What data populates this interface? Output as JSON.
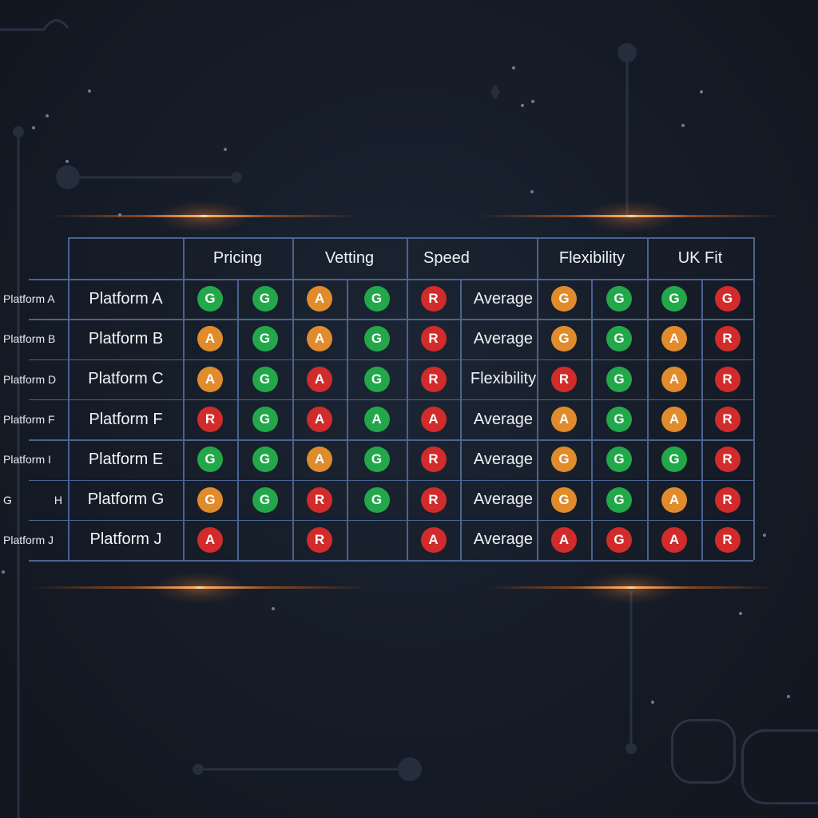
{
  "colors": {
    "G": "#22a84a",
    "A": "#e08b2c",
    "R": "#d12b2b",
    "grid": "#4a6390",
    "background": "#161d29"
  },
  "table": {
    "columns": [
      "Pricing",
      "Vetting",
      "Speed",
      "Flexibility",
      "UK Fit"
    ],
    "left_labels": [
      "Platform A",
      "Platform B",
      "Platform D",
      "Platform F",
      "Platform I",
      [
        "G",
        "H"
      ],
      "Platform J"
    ],
    "rows": [
      {
        "name": "Platform A",
        "cells": [
          {
            "t": "badge",
            "l": "G",
            "c": "G"
          },
          {
            "t": "badge",
            "l": "G",
            "c": "G"
          },
          {
            "t": "badge",
            "l": "A",
            "c": "A"
          },
          {
            "t": "badge",
            "l": "G",
            "c": "G"
          },
          {
            "t": "badge",
            "l": "R",
            "c": "R"
          },
          {
            "t": "text",
            "l": "Average"
          },
          {
            "t": "badge",
            "l": "G",
            "c": "A"
          },
          {
            "t": "badge",
            "l": "G",
            "c": "G"
          },
          {
            "t": "badge",
            "l": "G",
            "c": "G"
          },
          {
            "t": "badge",
            "l": "G",
            "c": "R"
          }
        ]
      },
      {
        "name": "Platform B",
        "cells": [
          {
            "t": "badge",
            "l": "A",
            "c": "A"
          },
          {
            "t": "badge",
            "l": "G",
            "c": "G"
          },
          {
            "t": "badge",
            "l": "A",
            "c": "A"
          },
          {
            "t": "badge",
            "l": "G",
            "c": "G"
          },
          {
            "t": "badge",
            "l": "R",
            "c": "R"
          },
          {
            "t": "text",
            "l": "Average"
          },
          {
            "t": "badge",
            "l": "G",
            "c": "A"
          },
          {
            "t": "badge",
            "l": "G",
            "c": "G"
          },
          {
            "t": "badge",
            "l": "A",
            "c": "A"
          },
          {
            "t": "badge",
            "l": "R",
            "c": "R"
          }
        ]
      },
      {
        "name": "Platform C",
        "cells": [
          {
            "t": "badge",
            "l": "A",
            "c": "A"
          },
          {
            "t": "badge",
            "l": "G",
            "c": "G"
          },
          {
            "t": "badge",
            "l": "A",
            "c": "R"
          },
          {
            "t": "badge",
            "l": "G",
            "c": "G"
          },
          {
            "t": "badge",
            "l": "R",
            "c": "R"
          },
          {
            "t": "text",
            "l": "Flexibility"
          },
          {
            "t": "badge",
            "l": "R",
            "c": "R"
          },
          {
            "t": "badge",
            "l": "G",
            "c": "G"
          },
          {
            "t": "badge",
            "l": "A",
            "c": "A"
          },
          {
            "t": "badge",
            "l": "R",
            "c": "R"
          }
        ]
      },
      {
        "name": "Platform F",
        "cells": [
          {
            "t": "badge",
            "l": "R",
            "c": "R"
          },
          {
            "t": "badge",
            "l": "G",
            "c": "G"
          },
          {
            "t": "badge",
            "l": "A",
            "c": "R"
          },
          {
            "t": "badge",
            "l": "A",
            "c": "G"
          },
          {
            "t": "badge",
            "l": "A",
            "c": "R"
          },
          {
            "t": "text",
            "l": "Average"
          },
          {
            "t": "badge",
            "l": "A",
            "c": "A"
          },
          {
            "t": "badge",
            "l": "G",
            "c": "G"
          },
          {
            "t": "badge",
            "l": "A",
            "c": "A"
          },
          {
            "t": "badge",
            "l": "R",
            "c": "R"
          }
        ]
      },
      {
        "name": "Platform E",
        "cells": [
          {
            "t": "badge",
            "l": "G",
            "c": "G"
          },
          {
            "t": "badge",
            "l": "G",
            "c": "G"
          },
          {
            "t": "badge",
            "l": "A",
            "c": "A"
          },
          {
            "t": "badge",
            "l": "G",
            "c": "G"
          },
          {
            "t": "badge",
            "l": "R",
            "c": "R"
          },
          {
            "t": "text",
            "l": "Average"
          },
          {
            "t": "badge",
            "l": "G",
            "c": "A"
          },
          {
            "t": "badge",
            "l": "G",
            "c": "G"
          },
          {
            "t": "badge",
            "l": "G",
            "c": "G"
          },
          {
            "t": "badge",
            "l": "R",
            "c": "R"
          }
        ]
      },
      {
        "name": "Platform G",
        "cells": [
          {
            "t": "badge",
            "l": "G",
            "c": "A"
          },
          {
            "t": "badge",
            "l": "G",
            "c": "G"
          },
          {
            "t": "badge",
            "l": "R",
            "c": "R"
          },
          {
            "t": "badge",
            "l": "G",
            "c": "G"
          },
          {
            "t": "badge",
            "l": "R",
            "c": "R"
          },
          {
            "t": "text",
            "l": "Average"
          },
          {
            "t": "badge",
            "l": "G",
            "c": "A"
          },
          {
            "t": "badge",
            "l": "G",
            "c": "G"
          },
          {
            "t": "badge",
            "l": "A",
            "c": "A"
          },
          {
            "t": "badge",
            "l": "R",
            "c": "R"
          }
        ]
      },
      {
        "name": "Platform J",
        "cells": [
          {
            "t": "badge",
            "l": "A",
            "c": "R"
          },
          {
            "t": "empty"
          },
          {
            "t": "badge",
            "l": "R",
            "c": "R"
          },
          {
            "t": "empty"
          },
          {
            "t": "badge",
            "l": "A",
            "c": "R"
          },
          {
            "t": "text",
            "l": "Average"
          },
          {
            "t": "badge",
            "l": "A",
            "c": "R"
          },
          {
            "t": "badge",
            "l": "G",
            "c": "R"
          },
          {
            "t": "badge",
            "l": "A",
            "c": "R"
          },
          {
            "t": "badge",
            "l": "R",
            "c": "R"
          }
        ]
      }
    ]
  }
}
